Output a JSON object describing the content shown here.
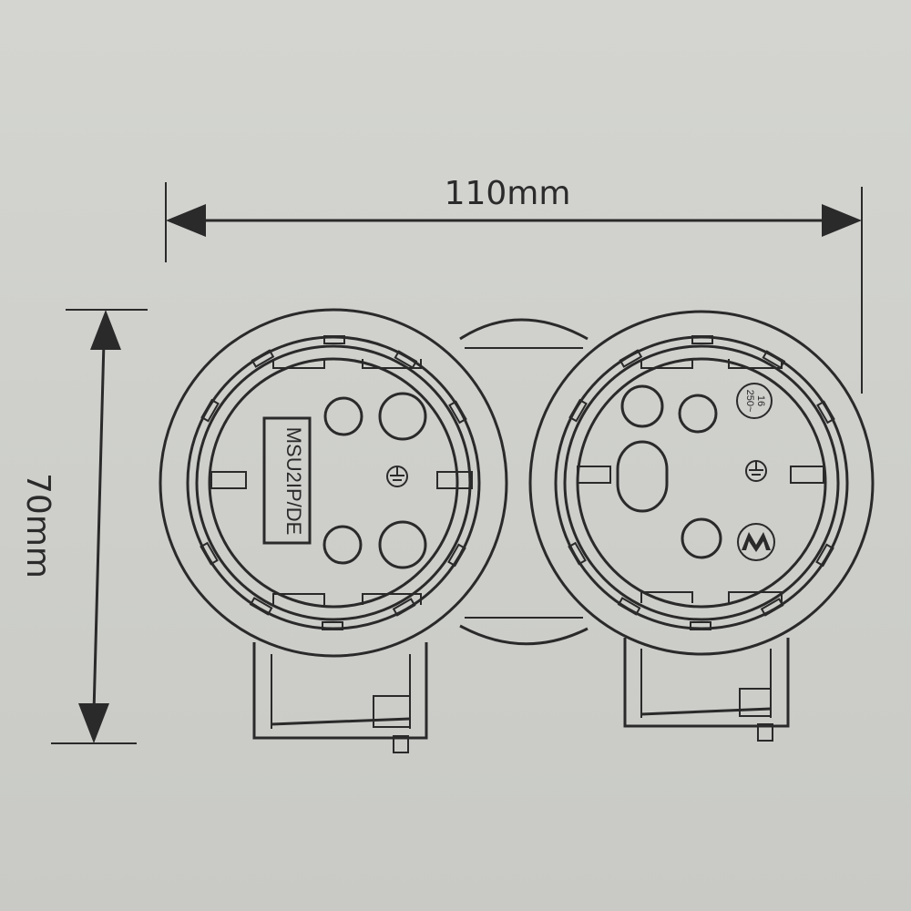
{
  "dimensions": {
    "width_label": "110mm",
    "height_label": "70mm"
  },
  "left_socket": {
    "model_label": "MSU2IP/DE"
  },
  "right_socket": {
    "rating_current": "16",
    "rating_voltage": "250~"
  },
  "colors": {
    "ink": "#2a2a2a",
    "paper": "#d0d1cd"
  }
}
